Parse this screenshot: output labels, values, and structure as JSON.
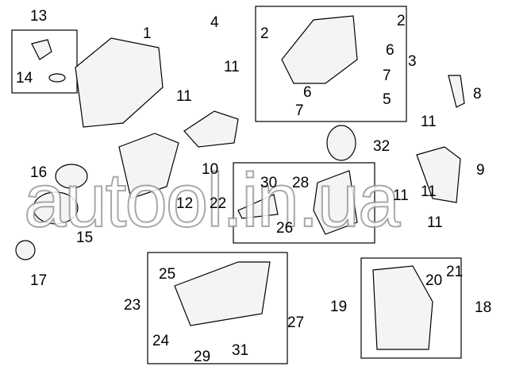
{
  "diagram": {
    "callouts": [
      "13",
      "14",
      "1",
      "4",
      "2",
      "2",
      "3",
      "6",
      "7",
      "6",
      "5",
      "7",
      "11",
      "11",
      "11",
      "8",
      "11",
      "32",
      "10",
      "9",
      "16",
      "12",
      "22",
      "30",
      "28",
      "26",
      "11",
      "11",
      "15",
      "17",
      "25",
      "23",
      "27",
      "24",
      "29",
      "31",
      "19",
      "20",
      "21",
      "18"
    ],
    "watermark": "autool.in.ua"
  }
}
